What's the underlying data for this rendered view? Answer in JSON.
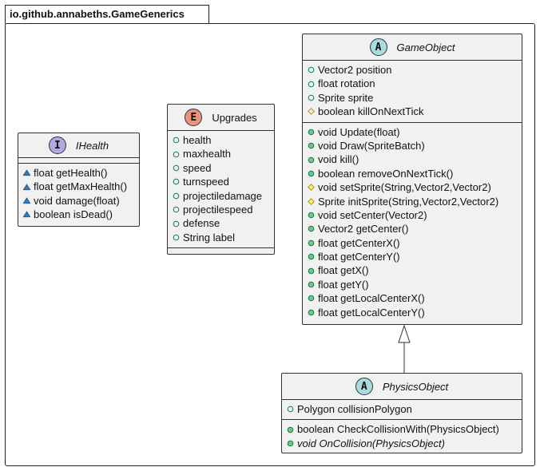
{
  "package": {
    "name": "io.github.annabeths.GameGenerics"
  },
  "colors": {
    "interface_badge": "#b4a7e5",
    "enum_badge": "#eb937f",
    "abstract_badge": "#a9dcdf",
    "public_fill": "#84be84",
    "public_stroke": "#038048",
    "protected_fill": "#ffff44",
    "protected_stroke": "#b38d22",
    "package_fill": "#4177af",
    "package_stroke": "#1963a0",
    "class_bg": "#f1f1f1"
  },
  "classes": {
    "ihealth": {
      "kind": "interface",
      "badge": "I",
      "name": "IHealth",
      "fields": [],
      "methods": [
        {
          "vis": "package",
          "text": "float getHealth()"
        },
        {
          "vis": "package",
          "text": "float getMaxHealth()"
        },
        {
          "vis": "package",
          "text": "void damage(float)"
        },
        {
          "vis": "package",
          "text": "boolean isDead()"
        }
      ]
    },
    "upgrades": {
      "kind": "enum",
      "badge": "E",
      "name": "Upgrades",
      "fields": [
        {
          "vis": "public-field",
          "text": "health"
        },
        {
          "vis": "public-field",
          "text": "maxhealth"
        },
        {
          "vis": "public-field",
          "text": "speed"
        },
        {
          "vis": "public-field",
          "text": "turnspeed"
        },
        {
          "vis": "public-field",
          "text": "projectiledamage"
        },
        {
          "vis": "public-field",
          "text": "projectilespeed"
        },
        {
          "vis": "public-field",
          "text": "defense"
        },
        {
          "vis": "public-field",
          "text": "String label"
        }
      ],
      "methods": []
    },
    "gameobject": {
      "kind": "abstract",
      "badge": "A",
      "name": "GameObject",
      "fields": [
        {
          "vis": "public-field",
          "text": "Vector2 position"
        },
        {
          "vis": "public-field",
          "text": "float rotation"
        },
        {
          "vis": "public-field",
          "text": "Sprite sprite"
        },
        {
          "vis": "protected-field",
          "text": "boolean killOnNextTick"
        }
      ],
      "methods": [
        {
          "vis": "public",
          "text": "void Update(float)"
        },
        {
          "vis": "public",
          "text": "void Draw(SpriteBatch)"
        },
        {
          "vis": "public",
          "text": "void kill()"
        },
        {
          "vis": "public",
          "text": "boolean removeOnNextTick()"
        },
        {
          "vis": "protected",
          "text": "void setSprite(String,Vector2,Vector2)"
        },
        {
          "vis": "protected",
          "text": "Sprite initSprite(String,Vector2,Vector2)"
        },
        {
          "vis": "public",
          "text": "void setCenter(Vector2)"
        },
        {
          "vis": "public",
          "text": "Vector2 getCenter()"
        },
        {
          "vis": "public",
          "text": "float getCenterX()"
        },
        {
          "vis": "public",
          "text": "float getCenterY()"
        },
        {
          "vis": "public",
          "text": "float getX()"
        },
        {
          "vis": "public",
          "text": "float getY()"
        },
        {
          "vis": "public",
          "text": "float getLocalCenterX()"
        },
        {
          "vis": "public",
          "text": "float getLocalCenterY()"
        }
      ]
    },
    "physicsobject": {
      "kind": "abstract",
      "badge": "A",
      "name": "PhysicsObject",
      "fields": [
        {
          "vis": "public-field",
          "text": "Polygon collisionPolygon"
        }
      ],
      "methods": [
        {
          "vis": "public",
          "text": "boolean CheckCollisionWith(PhysicsObject)"
        },
        {
          "vis": "public",
          "text": "void OnCollision(PhysicsObject)",
          "abstract": true
        }
      ]
    }
  },
  "relations": [
    {
      "type": "extends",
      "from": "PhysicsObject",
      "to": "GameObject"
    }
  ]
}
